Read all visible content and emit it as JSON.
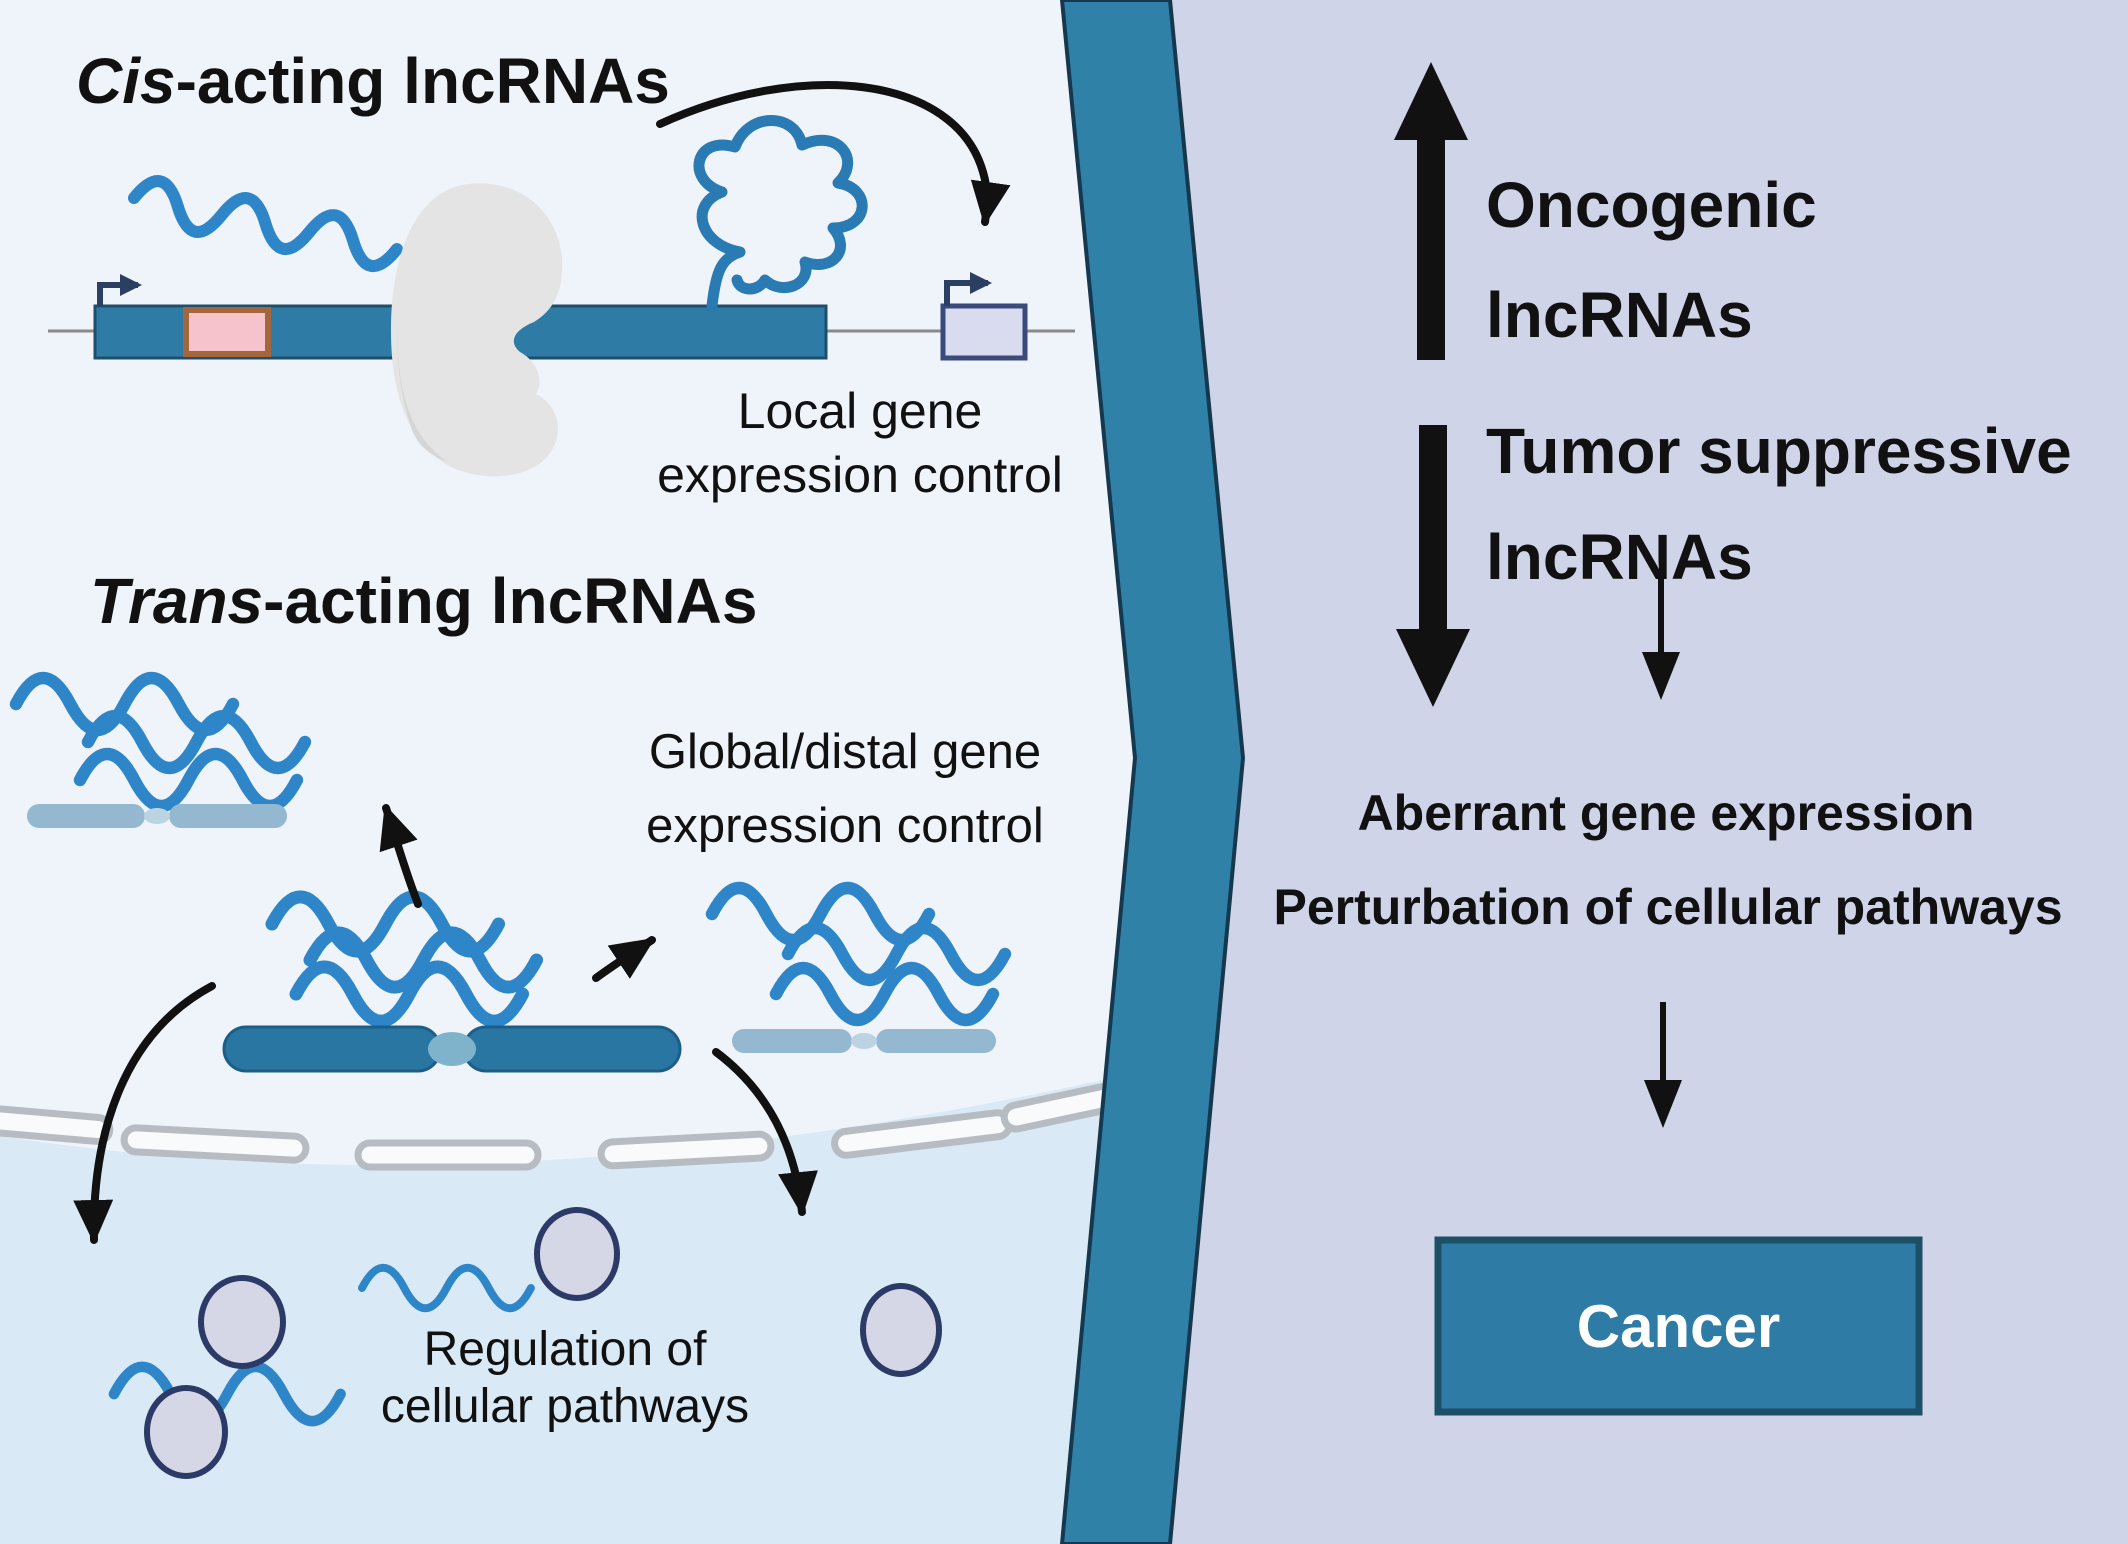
{
  "figure": {
    "left_panel": {
      "cis": {
        "title_italic": "Cis",
        "title_rest": "-acting lncRNAs",
        "caption_l1": "Local gene",
        "caption_l2": "expression control"
      },
      "trans": {
        "title_italic": "Trans",
        "title_rest": "-acting lncRNAs",
        "caption_l1": "Global/distal gene",
        "caption_l2": "expression control"
      },
      "cytoplasm": {
        "caption_l1": "Regulation of",
        "caption_l2": "cellular pathways"
      }
    },
    "right_panel": {
      "oncogenic_l1": "Oncogenic",
      "oncogenic_l2": "lncRNAs",
      "tumor_l1": "Tumor suppressive",
      "tumor_l2": "lncRNAs",
      "outcome_1": "Aberrant gene expression",
      "outcome_2": "Perturbation of cellular pathways",
      "cancer": "Cancer"
    },
    "colors": {
      "nucleus_bg": "#eff3fa",
      "cytoplasm_bg": "#d9eaf6",
      "right_bg": "#cfd4e8",
      "membrane_band": "#2f81a8",
      "gene_bar": "#2e7ba6",
      "gene_border": "#1f4e6b",
      "promoter_pink": "#f6c2cc",
      "promoter_border": "#a4663c",
      "target_gene_fill": "#d9dcef",
      "target_gene_border": "#3a4a7c",
      "rna_blue": "#2e86c8",
      "folded_rna": "#2a7ab3",
      "chromosome_dark": "#2a76a3",
      "chromosome_light": "#94b8d0",
      "polymerase_gray": "#e4e4e4",
      "protein_fill": "#d5d6e6",
      "protein_border": "#2b3a66",
      "cancer_box": "#2e7ba6",
      "cancer_text": "#ffffff",
      "arrow_black": "#111111"
    }
  }
}
